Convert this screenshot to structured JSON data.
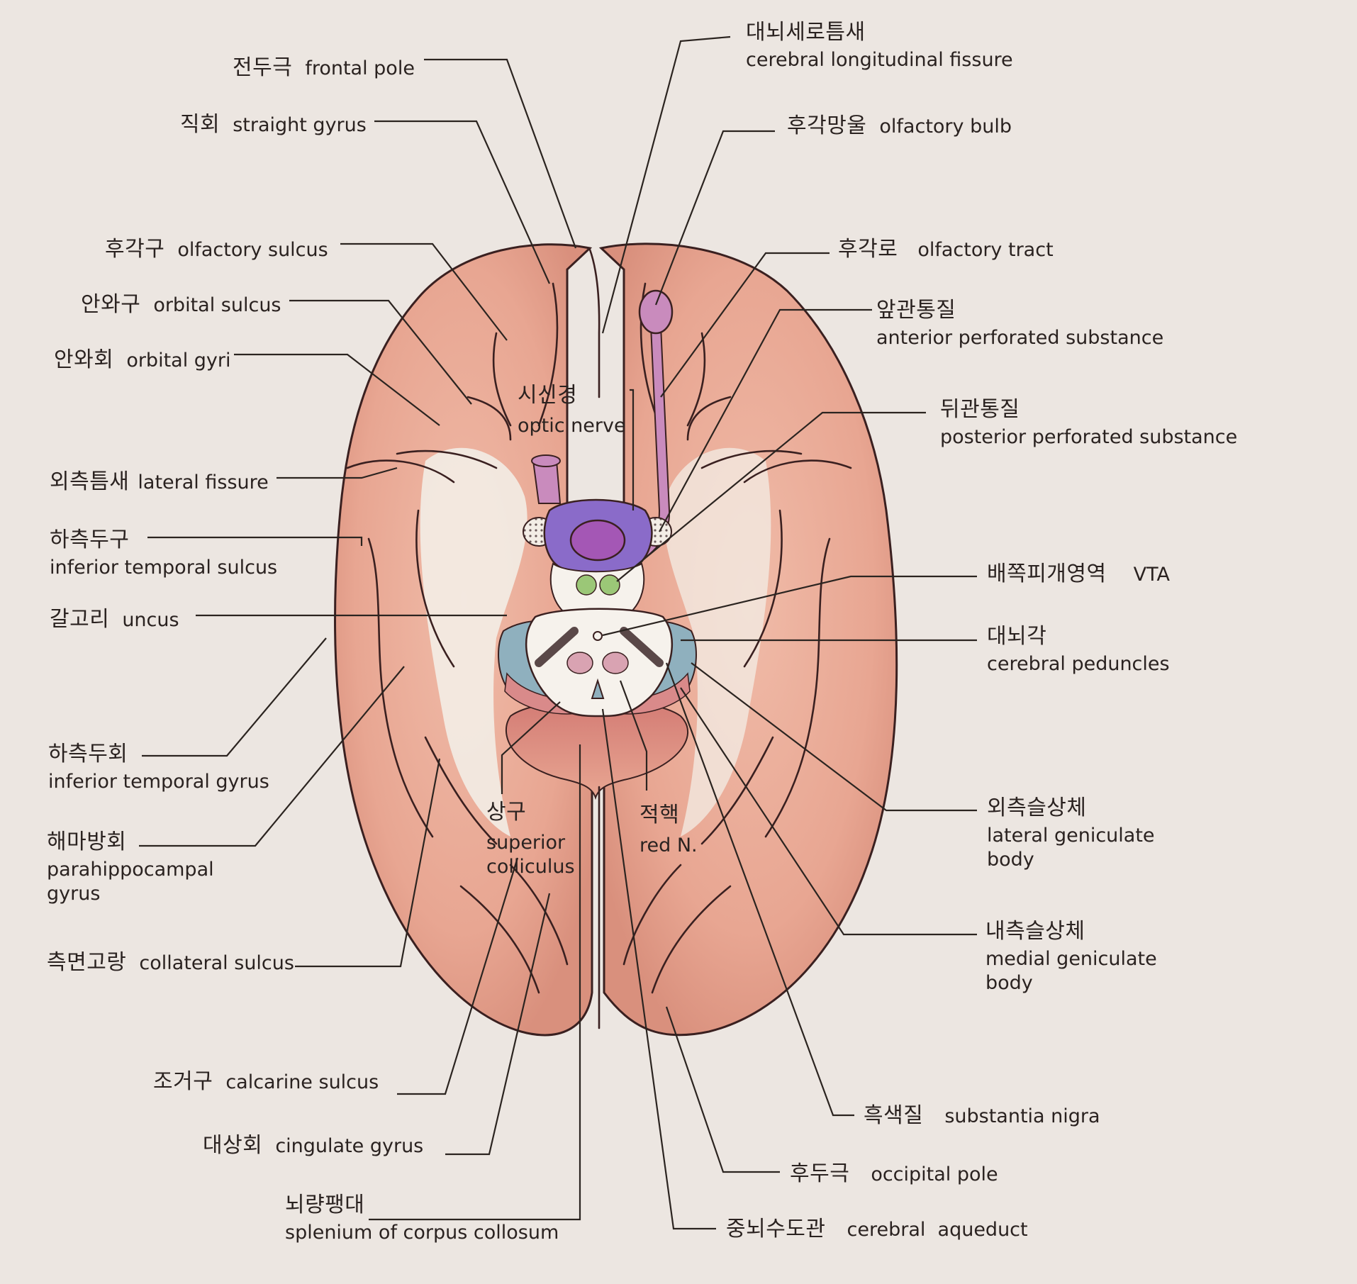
{
  "labels": {
    "frontal_pole": {
      "ko": "전두극",
      "en": "frontal pole"
    },
    "straight_gyrus": {
      "ko": "직회",
      "en": "straight gyrus"
    },
    "olfactory_sulcus": {
      "ko": "후각구",
      "en": "olfactory sulcus"
    },
    "orbital_sulcus": {
      "ko": "안와구",
      "en": "orbital sulcus"
    },
    "orbital_gyri": {
      "ko": "안와회",
      "en": "orbital gyri"
    },
    "lateral_fissure": {
      "ko": "외측틈새",
      "en": "lateral fissure"
    },
    "inferior_temporal_sulcus": {
      "ko": "하측두구",
      "en": "inferior temporal sulcus"
    },
    "uncus": {
      "ko": "갈고리",
      "en": "uncus"
    },
    "inferior_temporal_gyrus": {
      "ko": "하측두회",
      "en": "inferior temporal gyrus"
    },
    "parahippocampal_gyrus": {
      "ko": "해마방회",
      "en1": "parahippocampal",
      "en2": "gyrus"
    },
    "collateral_sulcus": {
      "ko": "측면고랑",
      "en": "collateral sulcus"
    },
    "calcarine_sulcus": {
      "ko": "조거구",
      "en": "calcarine sulcus"
    },
    "cingulate_gyrus": {
      "ko": "대상회",
      "en": "cingulate gyrus"
    },
    "splenium": {
      "ko": "뇌량팽대",
      "en": "splenium of corpus collosum"
    },
    "longitudinal_fissure": {
      "ko": "대뇌세로틈새",
      "en": "cerebral longitudinal fissure"
    },
    "olfactory_bulb": {
      "ko": "후각망울",
      "en": "olfactory bulb"
    },
    "olfactory_tract": {
      "ko": "후각로",
      "en": "olfactory tract"
    },
    "anterior_perforated": {
      "ko": "앞관통질",
      "en": "anterior perforated substance"
    },
    "posterior_perforated": {
      "ko": "뒤관통질",
      "en": "posterior perforated substance"
    },
    "vta": {
      "ko": "배쪽피개영역",
      "en": "VTA"
    },
    "cerebral_peduncles": {
      "ko": "대뇌각",
      "en": "cerebral peduncles"
    },
    "lateral_geniculate": {
      "ko": "외측슬상체",
      "en1": "lateral geniculate",
      "en2": "body"
    },
    "medial_geniculate": {
      "ko": "내측슬상체",
      "en1": "medial geniculate",
      "en2": "body"
    },
    "substantia_nigra": {
      "ko": "흑색질",
      "en": "substantia nigra"
    },
    "occipital_pole": {
      "ko": "후두극",
      "en": "occipital pole"
    },
    "cerebral_aqueduct": {
      "ko": "중뇌수도관",
      "en": "cerebral  aqueduct"
    },
    "optic_nerve": {
      "ko": "시신경",
      "en": "optic nerve"
    },
    "superior_colliculus": {
      "ko": "상구",
      "en1": "superior",
      "en2": "colliculus"
    },
    "red_nucleus": {
      "ko": "적핵",
      "en": "red N."
    }
  },
  "colors": {
    "background": "#ece6e1",
    "cortex": "#e8a692",
    "cortex_shade": "#d9907d",
    "cortex_light": "#f2c9b8",
    "occipital_tint": "#cf7f78",
    "uncus_area": "#f3ede6",
    "olfactory": "#c98bbd",
    "optic_chiasm": "#8a6bc9",
    "hypophysis": "#a457b5",
    "mammillary": "#9bc777",
    "peduncle_blue": "#8fb0be",
    "peduncle_red": "#d98a8a",
    "midbrain": "#f6f2ec",
    "line": "#2b2420"
  }
}
